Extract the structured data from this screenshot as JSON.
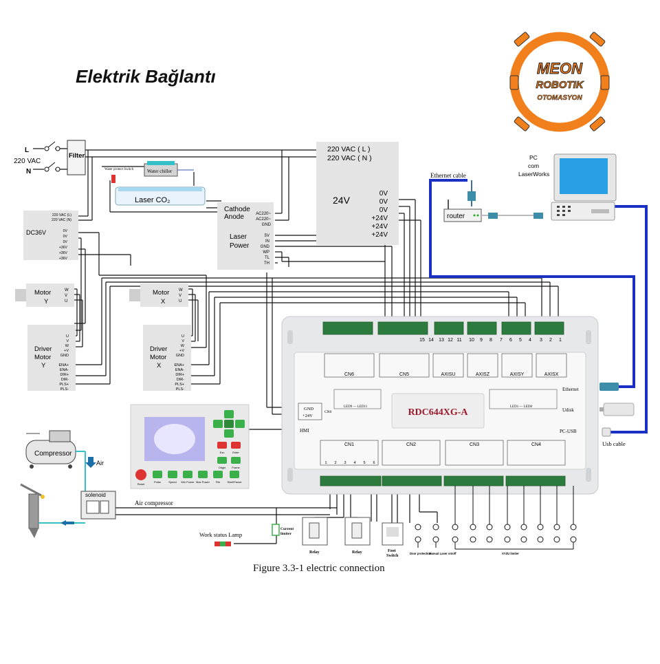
{
  "title": "Elektrik Bağlantı",
  "logo": {
    "line1": "MEON",
    "line2": "ROBOTIK",
    "line3": "OTOMASYON",
    "ring_color": "#f07f1c",
    "text_color": "#1a1a1a"
  },
  "caption": "Figure 3.3-1 electric connection",
  "mains": {
    "l": "L",
    "n": "N",
    "voltage": "220 VAC",
    "filter": "Filter"
  },
  "water_chiller": {
    "label": "Water chiller",
    "switch": "Water protect Switch"
  },
  "laser_tube": {
    "label": "Laser CO₂"
  },
  "dc36v": {
    "title": "DC36V",
    "pins": [
      "220 VAC (L)",
      "220 VAC (N)",
      "0V",
      "0V",
      "0V",
      "+36V",
      "+36V",
      "+36V"
    ]
  },
  "laser_power": {
    "title_1": "Laser",
    "title_2": "Power",
    "cathode": "Cathode",
    "anode": "Anode",
    "ac_pins": [
      "AC220~",
      "AC220~",
      "GND"
    ],
    "sig_pins": [
      "5V",
      "IN",
      "GND",
      "WP",
      "TL",
      "TH"
    ]
  },
  "psu24": {
    "title": "24V",
    "in_l": "220 VAC ( L )",
    "in_n": "220 VAC ( N )",
    "out_pins": [
      "0V",
      "0V",
      "0V",
      "+24V",
      "+24V",
      "+24V"
    ]
  },
  "motor_y": {
    "title": "Motor",
    "axis": "Y",
    "pins": [
      "W",
      "V",
      "U"
    ]
  },
  "motor_x": {
    "title": "Motor",
    "axis": "X",
    "pins": [
      "W",
      "V",
      "U"
    ]
  },
  "driver_y": {
    "title_1": "Driver",
    "title_2": "Motor",
    "axis": "Y",
    "pins": [
      "U",
      "V",
      "W",
      "+V",
      "GND"
    ],
    "sig_pins": [
      "ENA+",
      "ENA-",
      "DIR+",
      "DIR-",
      "PLS+",
      "PLS-"
    ]
  },
  "driver_x": {
    "title_1": "Driver",
    "title_2": "Motor",
    "axis": "X",
    "pins": [
      "U",
      "V",
      "W",
      "+V",
      "GND"
    ],
    "sig_pins": [
      "ENA+",
      "ENA-",
      "DIR+",
      "DIR-",
      "PLS+",
      "PLS-"
    ]
  },
  "network": {
    "ethernet_cable": "Ethernet cable",
    "router": "router",
    "pc_1": "PC",
    "pc_2": "com",
    "pc_3": "LaserWorks",
    "usb_cable": "Usb cable"
  },
  "controller": {
    "model": "RDC644XG-A",
    "top_numbers": [
      "15",
      "14",
      "13",
      "12",
      "11",
      "10",
      "9",
      "8",
      "7",
      "6",
      "5",
      "4",
      "3",
      "2",
      "1"
    ],
    "cn6": "CN6",
    "cn5": "CN5",
    "axis_u": "AXISU",
    "axis_z": "AXISZ",
    "axis_y": "AXISY",
    "axis_x": "AXISX",
    "cn0": "CN0",
    "hmi": "HMI",
    "gnd": "GND",
    "p24": "+24V",
    "ethernet": "Ethernet",
    "udisk": "Udisk",
    "pc_usb": "PC-USB",
    "led_left": "LED9 — LED11",
    "led_right": "LED1 — LED8",
    "cn1": "CN1",
    "cn2": "CN2",
    "cn3": "CN3",
    "cn4": "CN4",
    "pin_row": [
      "1",
      "2",
      "3",
      "4",
      "5",
      "6"
    ]
  },
  "panel": {
    "buttons": [
      "Reset",
      "Pulse",
      "Speed",
      "Min Power",
      "Max Power",
      "File",
      "Start/Pause"
    ],
    "keys": [
      "Esc",
      "Enter",
      "Origin",
      "Frame"
    ]
  },
  "pneumatics": {
    "compressor": "Compressor",
    "air": "Air",
    "solenoid": "solenoid",
    "air_compressor": "Air compressor"
  },
  "bottom": {
    "lamp": "Work status Lamp",
    "limiter_1": "Current",
    "limiter_2": "limiter",
    "relay_1": "Relay",
    "relay_2": "Relay",
    "foot_1": "Foot",
    "foot_2": "Switch",
    "door": "Door protection",
    "manual": "Manual Laser on/off",
    "limits": "XYZU limiter"
  }
}
